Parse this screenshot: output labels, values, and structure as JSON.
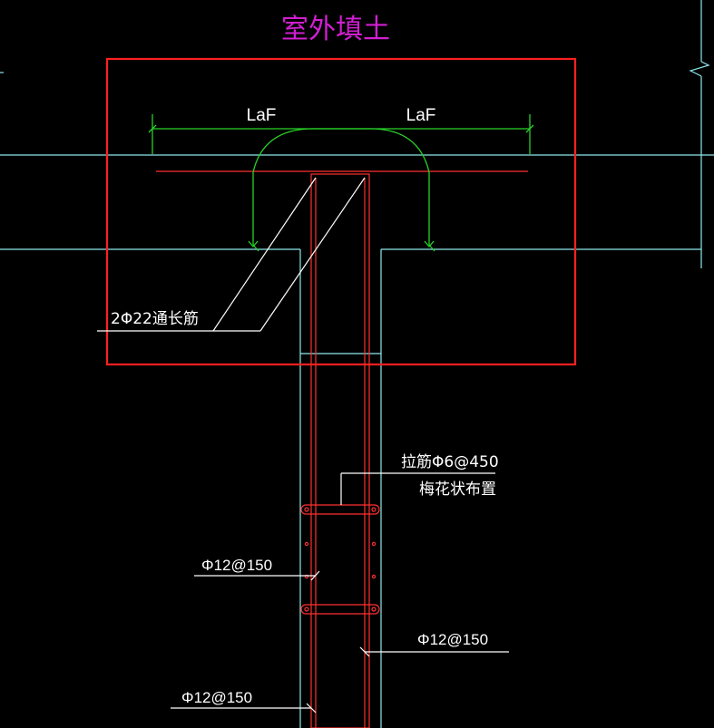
{
  "drawing": {
    "title": "室外填土",
    "dim_left": "LaF",
    "dim_right": "LaF",
    "rebar_through": "2Φ22通长筋",
    "tie_bar_line1": "拉筋Φ6@450",
    "tie_bar_line2": "梅花状布置",
    "rebar_left_mid": "Φ12@150",
    "rebar_right": "Φ12@150",
    "rebar_left_bottom": "Φ12@150"
  },
  "colors": {
    "background": "#000000",
    "title": "#d21fd2",
    "outline_box": "#ff2020",
    "rebar": "#ff3030",
    "dimension": "#28d228",
    "concrete_edge": "#8ee8ec",
    "annotation": "#ffffff"
  }
}
